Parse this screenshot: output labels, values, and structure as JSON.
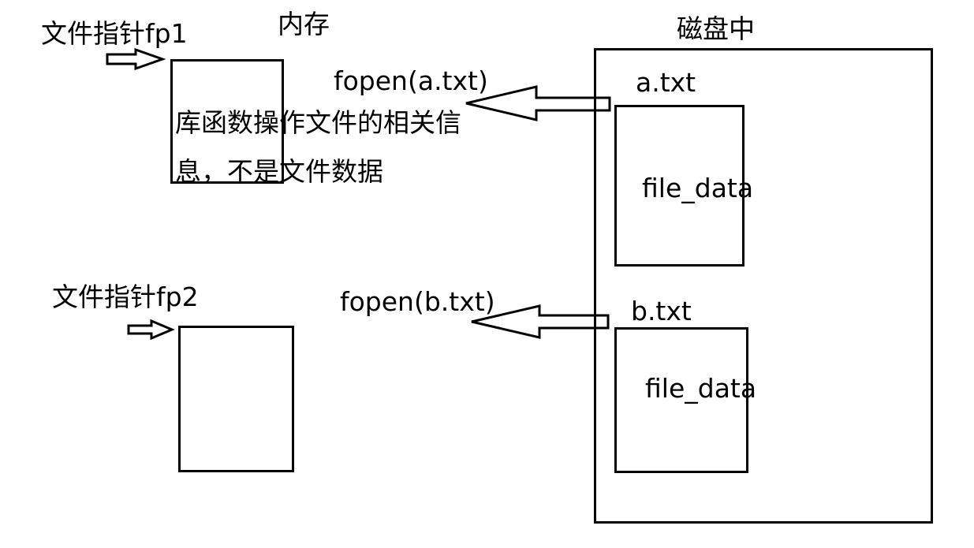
{
  "memory": {
    "title": "内存",
    "pointer1_label": "文件指针fp1",
    "pointer2_label": "文件指针fp2",
    "note_line1": "库函数操作文件的相关信",
    "note_line2": "息，不是文件数据"
  },
  "disk": {
    "title": "磁盘中",
    "files": [
      {
        "name": "a.txt",
        "content": "file_data"
      },
      {
        "name": "b.txt",
        "content": "file_data"
      }
    ]
  },
  "calls": [
    {
      "label": "fopen(a.txt)"
    },
    {
      "label": "fopen(b.txt)"
    }
  ]
}
